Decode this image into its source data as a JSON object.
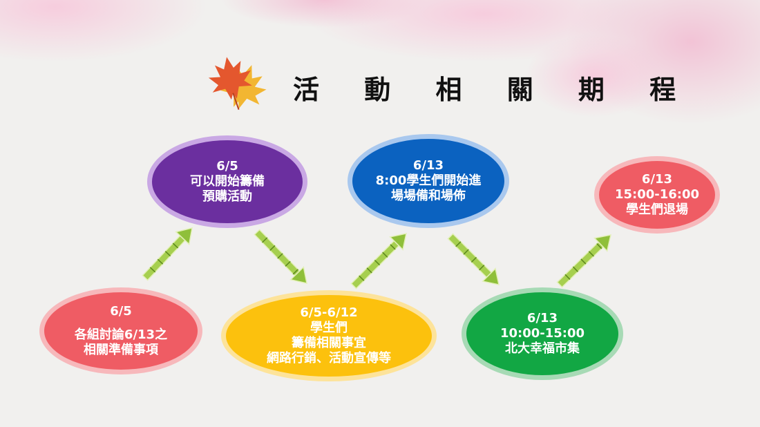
{
  "title": "活 動 相 關 期 程",
  "colors": {
    "red": "#ef5c64",
    "purple": "#6b2f9f",
    "yellow": "#fcc10d",
    "blue": "#0b62c0",
    "green": "#12a744",
    "arrow": "#a6cf4f"
  },
  "icons": {
    "leaf": "maple-leaf-icon"
  },
  "nodes": [
    {
      "line1": "6/5",
      "line2": "各組討論6/13之",
      "line3": "相關準備事項"
    },
    {
      "line1": "6/5",
      "line2": "可以開始籌備",
      "line3": "預購活動"
    },
    {
      "line1": "6/5-6/12",
      "line2": "學生們",
      "line3": "籌備相關事宜",
      "line4": "網路行銷、活動宣傳等"
    },
    {
      "line1": "6/13",
      "line2": "8:00學生們開始進",
      "line3": "場場備和場佈"
    },
    {
      "line1": "6/13",
      "line2": "10:00-15:00",
      "line3": "北大幸福市集"
    },
    {
      "line1": "6/13",
      "line2": "15:00-16:00",
      "line3": "學生們退場"
    }
  ]
}
